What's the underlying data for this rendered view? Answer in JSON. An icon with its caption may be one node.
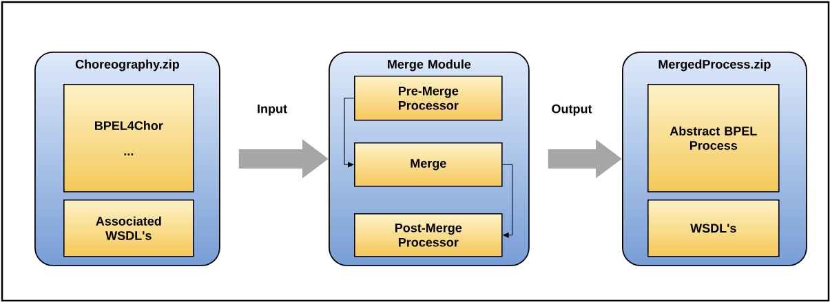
{
  "diagram": {
    "nodes": [
      {
        "text": [
          "Choreography.zip"
        ]
      },
      {
        "text": [
          "BPEL4Chor",
          "..."
        ],
        "in": 0
      },
      {
        "text": [
          "Associated WSDL's"
        ],
        "in": 0
      },
      {
        "text": [
          "Merge Module"
        ]
      },
      {
        "text": [
          "Pre-Merge Processor"
        ],
        "in": 3
      },
      {
        "text": [
          "Merge"
        ],
        "in": 3
      },
      {
        "text": [
          "Post-Merge Processor"
        ],
        "in": 3
      },
      {
        "text": [
          "MergedProcess.zip"
        ]
      },
      {
        "text": [
          "Abstract BPEL Process"
        ],
        "in": 7
      },
      {
        "text": [
          "WSDL's"
        ],
        "in": 7
      }
    ],
    "edges": [
      {
        "from": 0,
        "to": 3,
        "arrow": "to",
        "label": "Input",
        "style": "thick",
        "color": "#a6a6a6"
      },
      {
        "from": 3,
        "to": 7,
        "arrow": "to",
        "label": "Output",
        "style": "thick",
        "color": "#a6a6a6"
      },
      {
        "from": 4,
        "to": 5,
        "arrow": "to",
        "color": "#000000"
      },
      {
        "from": 5,
        "to": 6,
        "arrow": "to",
        "color": "#000000"
      }
    ]
  }
}
